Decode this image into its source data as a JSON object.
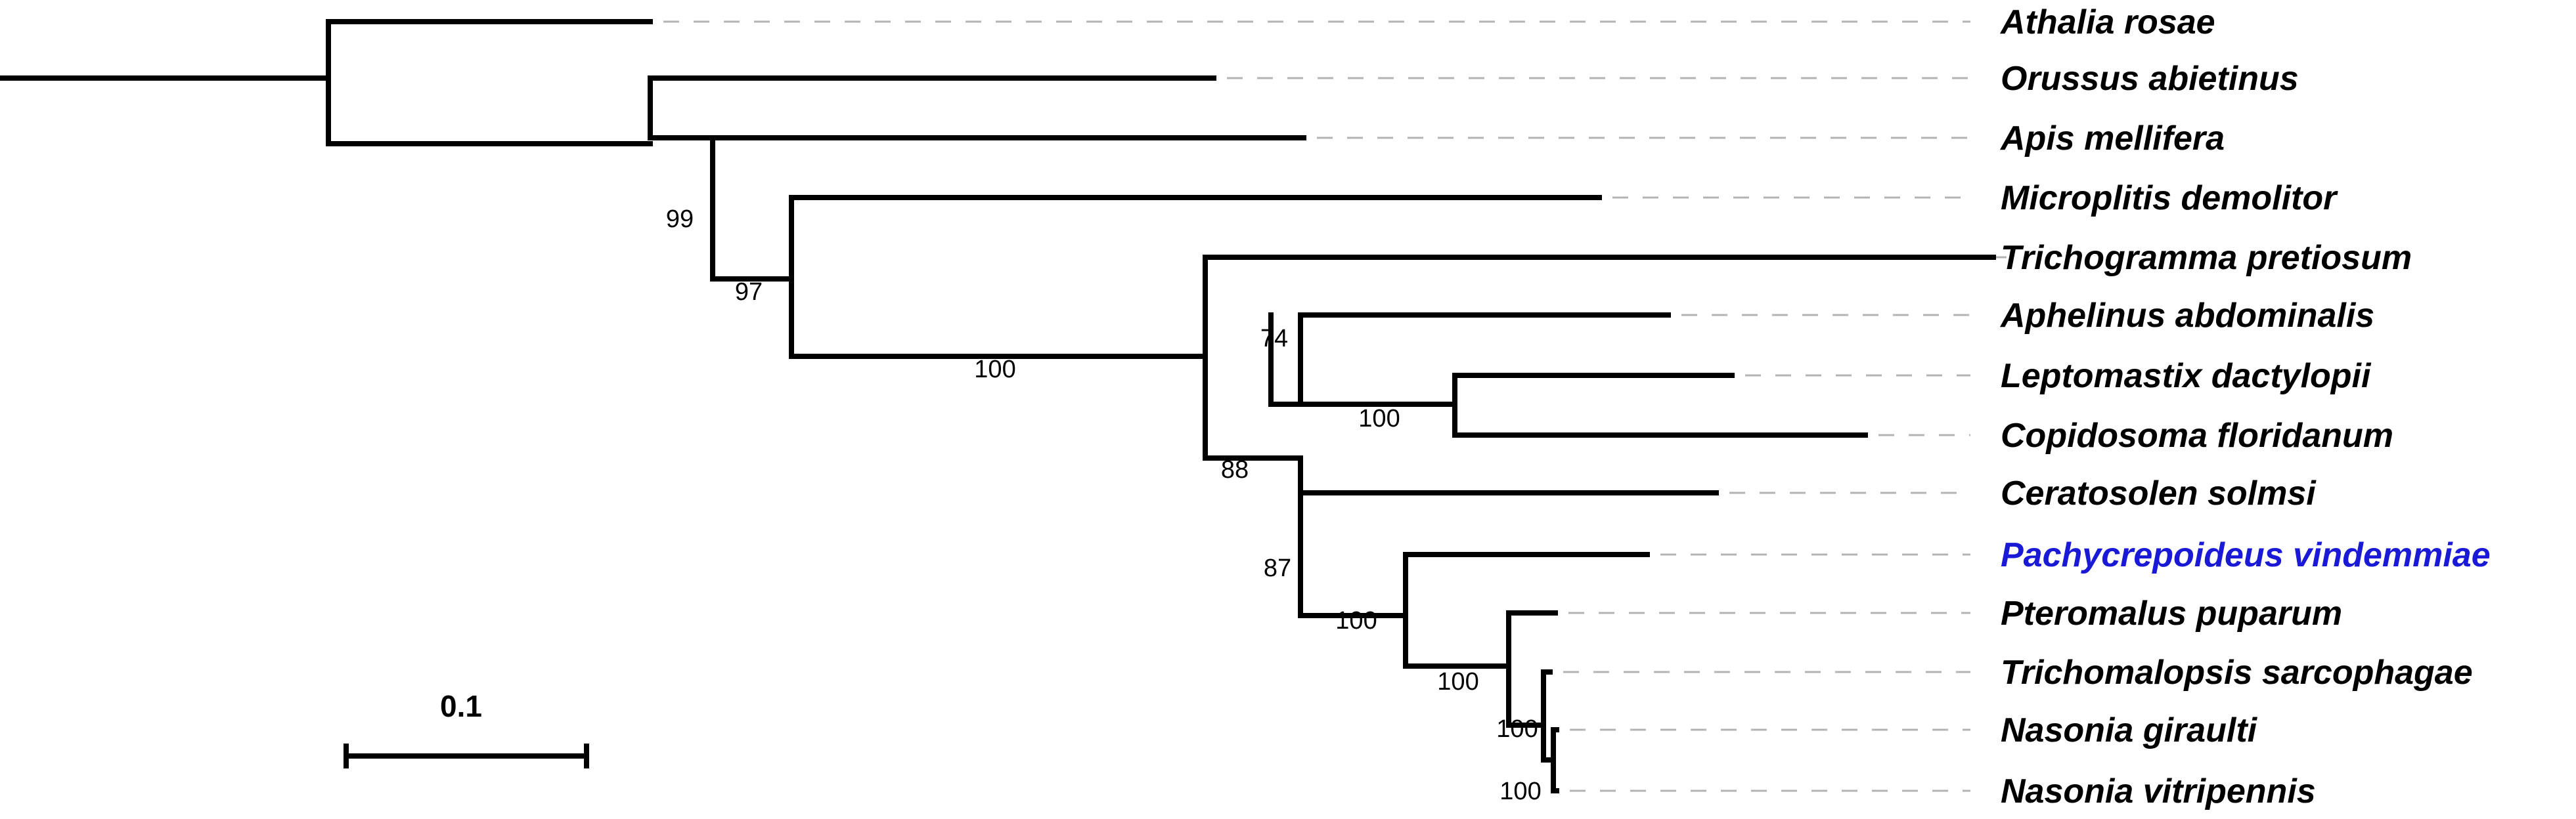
{
  "tree": {
    "taxa": [
      {
        "name": "Athalia rosae",
        "color": "#000000"
      },
      {
        "name": "Orussus abietinus",
        "color": "#000000"
      },
      {
        "name": "Apis mellifera",
        "color": "#000000"
      },
      {
        "name": "Microplitis demolitor",
        "color": "#000000"
      },
      {
        "name": "Trichogramma pretiosum",
        "color": "#000000"
      },
      {
        "name": "Aphelinus abdominalis",
        "color": "#000000"
      },
      {
        "name": "Leptomastix dactylopii",
        "color": "#000000"
      },
      {
        "name": "Copidosoma floridanum",
        "color": "#000000"
      },
      {
        "name": "Ceratosolen solmsi",
        "color": "#000000"
      },
      {
        "name": "Pachycrepoideus vindemmiae",
        "color": "#1a1ad6"
      },
      {
        "name": "Pteromalus puparum",
        "color": "#000000"
      },
      {
        "name": "Trichomalopsis sarcophagae",
        "color": "#000000"
      },
      {
        "name": "Nasonia giraulti",
        "color": "#000000"
      },
      {
        "name": "Nasonia vitripennis",
        "color": "#000000"
      }
    ],
    "support_values": [
      "99",
      "97",
      "100",
      "74",
      "100",
      "88",
      "87",
      "100",
      "100",
      "100",
      "100"
    ],
    "scale_bar": {
      "label": "0.1",
      "value": 0.1
    }
  }
}
